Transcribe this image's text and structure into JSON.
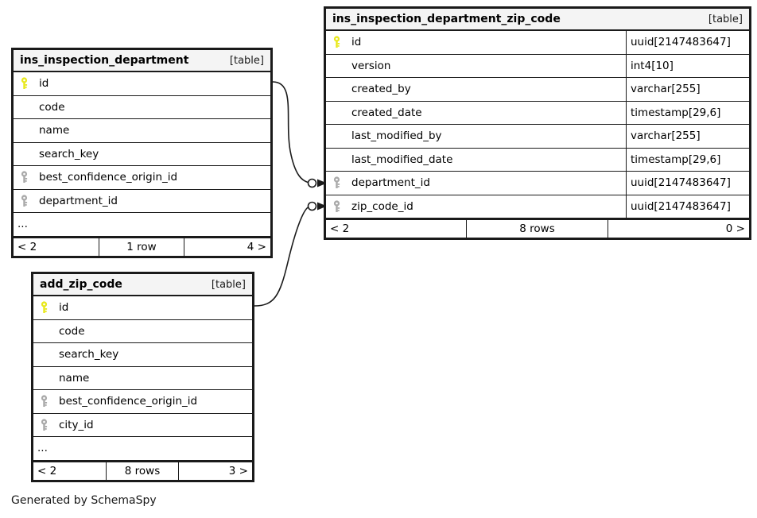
{
  "diagram": {
    "credit": "Generated by SchemaSpy",
    "table_tag": "[table]",
    "icons": {
      "primary_key": "key-icon-primary",
      "foreign_key": "key-icon-foreign"
    },
    "colors": {
      "primary_key": "#e8e81c",
      "foreign_key": "#a9a9a9",
      "border": "#1a1a1a",
      "header_bg": "#f4f4f4",
      "background": "#ffffff"
    }
  },
  "tables": [
    {
      "id": "ins_inspection_department_zip_code",
      "name": "ins_inspection_department_zip_code",
      "tag": "[table]",
      "has_type_column": true,
      "columns": [
        {
          "name": "id",
          "type": "uuid[2147483647]",
          "key": "primary"
        },
        {
          "name": "version",
          "type": "int4[10]",
          "key": "none"
        },
        {
          "name": "created_by",
          "type": "varchar[255]",
          "key": "none"
        },
        {
          "name": "created_date",
          "type": "timestamp[29,6]",
          "key": "none"
        },
        {
          "name": "last_modified_by",
          "type": "varchar[255]",
          "key": "none"
        },
        {
          "name": "last_modified_date",
          "type": "timestamp[29,6]",
          "key": "none"
        },
        {
          "name": "department_id",
          "type": "uuid[2147483647]",
          "key": "foreign"
        },
        {
          "name": "zip_code_id",
          "type": "uuid[2147483647]",
          "key": "foreign"
        }
      ],
      "ellipsis": false,
      "footer": {
        "prev": "< 2",
        "count": "8 rows",
        "next": "0 >"
      }
    },
    {
      "id": "ins_inspection_department",
      "name": "ins_inspection_department",
      "tag": "[table]",
      "has_type_column": false,
      "columns": [
        {
          "name": "id",
          "type": "",
          "key": "primary"
        },
        {
          "name": "code",
          "type": "",
          "key": "none"
        },
        {
          "name": "name",
          "type": "",
          "key": "none"
        },
        {
          "name": "search_key",
          "type": "",
          "key": "none"
        },
        {
          "name": "best_confidence_origin_id",
          "type": "",
          "key": "foreign"
        },
        {
          "name": "department_id",
          "type": "",
          "key": "foreign"
        }
      ],
      "ellipsis": true,
      "ellipsis_label": "...",
      "footer": {
        "prev": "< 2",
        "count": "1 row",
        "next": "4 >"
      }
    },
    {
      "id": "add_zip_code",
      "name": "add_zip_code",
      "tag": "[table]",
      "has_type_column": false,
      "columns": [
        {
          "name": "id",
          "type": "",
          "key": "primary"
        },
        {
          "name": "code",
          "type": "",
          "key": "none"
        },
        {
          "name": "search_key",
          "type": "",
          "key": "none"
        },
        {
          "name": "name",
          "type": "",
          "key": "none"
        },
        {
          "name": "best_confidence_origin_id",
          "type": "",
          "key": "foreign"
        },
        {
          "name": "city_id",
          "type": "",
          "key": "foreign"
        }
      ],
      "ellipsis": true,
      "ellipsis_label": "...",
      "footer": {
        "prev": "< 2",
        "count": "8 rows",
        "next": "3 >"
      }
    }
  ],
  "relationships": [
    {
      "from_table": "ins_inspection_department",
      "from_column": "id",
      "to_table": "ins_inspection_department_zip_code",
      "to_column": "department_id"
    },
    {
      "from_table": "add_zip_code",
      "from_column": "id",
      "to_table": "ins_inspection_department_zip_code",
      "to_column": "zip_code_id"
    }
  ]
}
